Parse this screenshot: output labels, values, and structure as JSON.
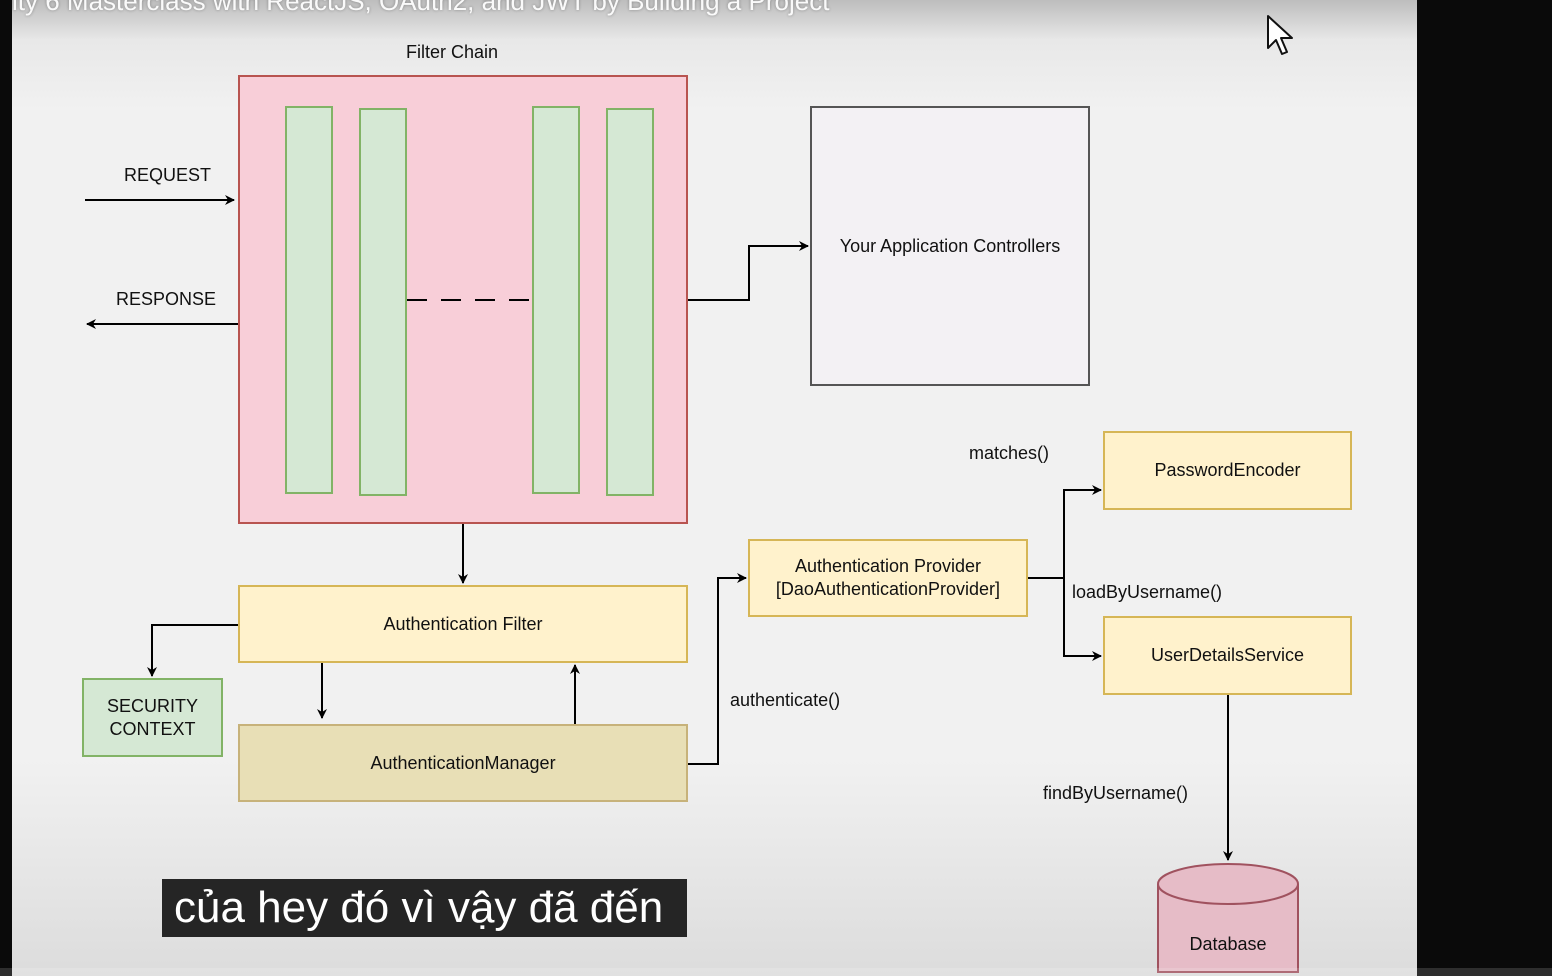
{
  "video": {
    "title": "ity 6 Masterclass with ReactJS, OAuth2, and JWT by Building a Project",
    "subtitle": "của hey đó vì vậy đã đến"
  },
  "diagram": {
    "filter_chain_label": "Filter Chain",
    "request_label": "REQUEST",
    "response_label": "RESPONSE",
    "app_controllers_label": "Your Application Controllers",
    "authentication_filter_label": "Authentication Filter",
    "security_context_label": "SECURITY CONTEXT",
    "authentication_manager_label": "AuthenticationManager",
    "authenticate_label": "authenticate()",
    "auth_provider_label_line1": "Authentication Provider",
    "auth_provider_label_line2": "[DaoAuthenticationProvider]",
    "matches_label": "matches()",
    "password_encoder_label": "PasswordEncoder",
    "load_by_username_label": "loadByUsername()",
    "user_details_service_label": "UserDetailsService",
    "find_by_username_label": "findByUsername()",
    "database_label": "Database"
  },
  "colors": {
    "filter_chain_fill": "#f8ced8",
    "filter_fill": "#d5e8d4",
    "component_fill": "#fff2cc",
    "manager_fill": "#e8dfb6",
    "database_fill": "#e6bcc7"
  },
  "icons": [
    "mouse-cursor-icon",
    "database-icon"
  ]
}
